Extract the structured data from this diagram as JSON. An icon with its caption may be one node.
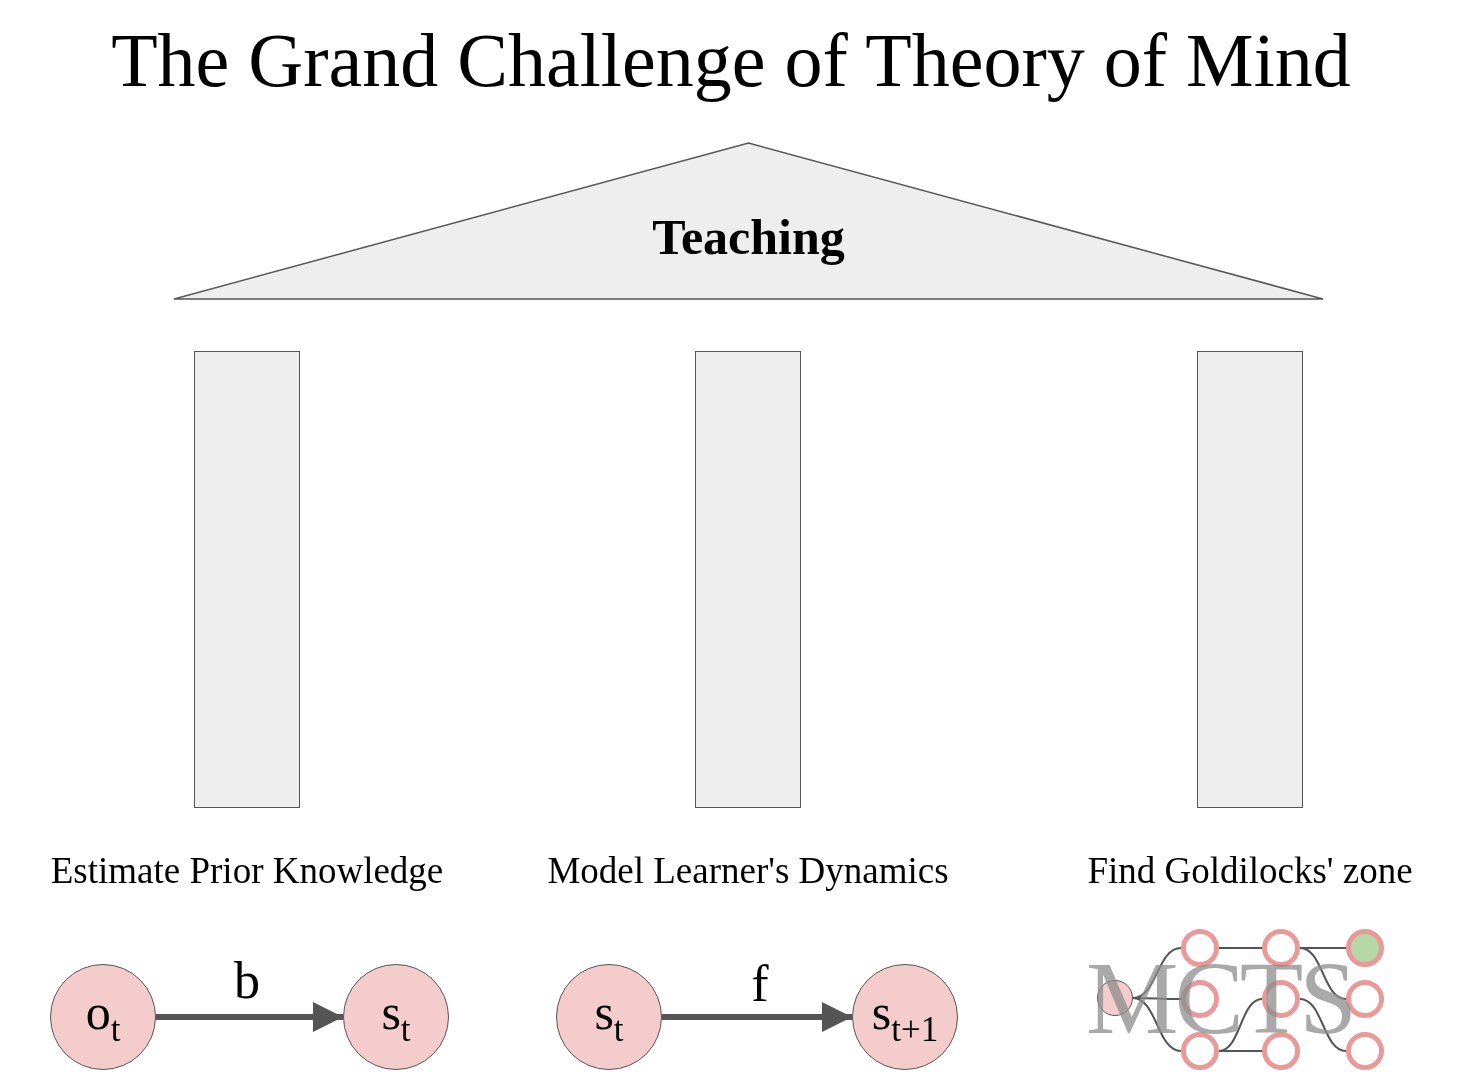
{
  "diagram": {
    "title": "The Grand Challenge of Theory of Mind",
    "nodes": [
      {
        "text": [
          "Teaching"
        ]
      },
      {
        "text": [],
        "shape": "box",
        "beside": [
          "Estimate Prior Knowledge"
        ]
      },
      {
        "text": [],
        "shape": "box",
        "beside": [
          "Model Learner's Dynamics"
        ]
      },
      {
        "text": [],
        "shape": "box",
        "beside": [
          "Find Goldilocks' zone"
        ]
      },
      {
        "text": [
          "o$_{t}$"
        ]
      },
      {
        "text": [
          "s$_{t}$"
        ]
      },
      {
        "text": [
          "s$_{t}$"
        ]
      },
      {
        "text": [
          "s$_{t+1}$"
        ]
      },
      {
        "text": [],
        "shape": "circle"
      },
      {
        "text": [],
        "shape": "circle"
      },
      {
        "text": [],
        "shape": "circle"
      },
      {
        "text": [],
        "shape": "circle"
      },
      {
        "text": [],
        "shape": "circle"
      },
      {
        "text": [],
        "shape": "circle"
      },
      {
        "text": [],
        "shape": "circle"
      },
      {
        "text": [],
        "shape": "circle"
      },
      {
        "text": [],
        "shape": "circle"
      },
      {
        "text": [],
        "shape": "circle"
      }
    ],
    "edges": [
      {
        "from": 4,
        "to": 5,
        "arrow": "to",
        "label": "b",
        "style": "thick"
      },
      {
        "from": 6,
        "to": 7,
        "arrow": "to",
        "label": "f",
        "style": "thick"
      },
      {
        "from": 8,
        "to": 9,
        "arrow": "none"
      },
      {
        "from": 8,
        "to": 10,
        "arrow": "none"
      },
      {
        "from": 8,
        "to": 11,
        "arrow": "none"
      },
      {
        "from": 9,
        "to": 12,
        "arrow": "none"
      },
      {
        "from": 11,
        "to": 13,
        "arrow": "none"
      },
      {
        "from": 11,
        "to": 14,
        "arrow": "none"
      },
      {
        "from": 12,
        "to": 15,
        "arrow": "none"
      },
      {
        "from": 12,
        "to": 16,
        "arrow": "none"
      },
      {
        "from": 13,
        "to": 17,
        "arrow": "none"
      }
    ],
    "labels": [
      "MCTS"
    ]
  }
}
